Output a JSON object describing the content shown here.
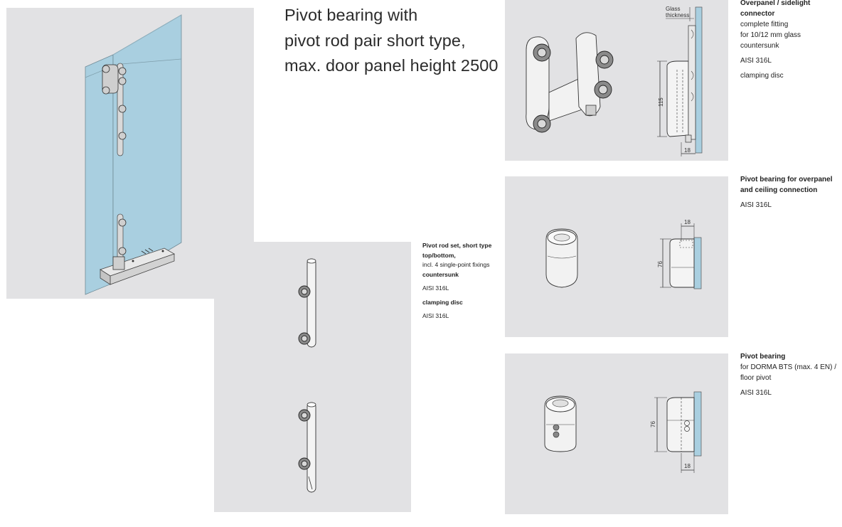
{
  "title": {
    "line1": "Pivot bearing with",
    "line2": "pivot rod pair short type,",
    "line3": "max. door panel height 2500"
  },
  "products": [
    {
      "id": "pivot-rod-set",
      "name_lines": [
        "Pivot rod set, short type",
        "top/bottom,"
      ],
      "desc_lines": [
        "incl. 4 single-point fixings"
      ],
      "bold_lines": [
        "countersunk"
      ],
      "material": "AISI 316L",
      "extra_bold": "clamping disc",
      "extra_material": "AISI 316L"
    },
    {
      "id": "overpanel-connector",
      "name_lines": [
        "Overpanel / sidelight",
        "connector"
      ],
      "desc_lines": [
        "complete fitting",
        "for 10/12 mm glass",
        "countersunk"
      ],
      "material": "AISI 316L",
      "extra": "clamping disc",
      "drawing": {
        "label_line1": "Glass",
        "label_line2": "thickness",
        "dim_height": "115",
        "dim_width": "18"
      }
    },
    {
      "id": "pivot-bearing-overpanel",
      "name_lines": [
        "Pivot bearing for overpanel",
        "and ceiling connection"
      ],
      "material": "AISI 316L",
      "drawing": {
        "dim_height": "76",
        "dim_width": "18"
      }
    },
    {
      "id": "pivot-bearing-floor",
      "name_lines": [
        "Pivot bearing"
      ],
      "desc_lines": [
        "for DORMA BTS (max. 4 EN) /",
        "floor pivot"
      ],
      "material": "AISI 316L",
      "drawing": {
        "dim_height": "76",
        "dim_width": "18"
      }
    }
  ],
  "colors": {
    "panel_bg": "#e2e2e4",
    "glass": "#a9cfe0",
    "text": "#2b2b2b"
  }
}
